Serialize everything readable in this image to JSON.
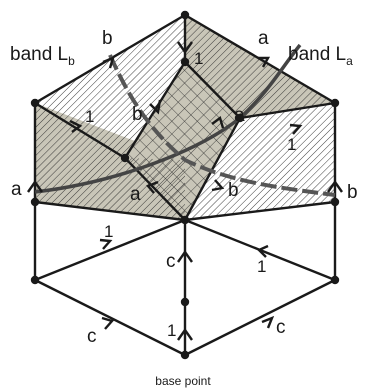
{
  "band_labels": {
    "left": {
      "main": "band L",
      "sub": "b"
    },
    "right": {
      "main": "band L",
      "sub": "a"
    }
  },
  "edge_labels": {
    "b_top_left": "b",
    "a_top_right": "a",
    "one_top": "1",
    "one_upper_left": "1",
    "b_inner_upper_left": "b",
    "a_inner_upper_right": "a",
    "one_right_diag": "1",
    "a_left": "a",
    "a_inner_lower_left": "a",
    "b_inner_lower_right": "b",
    "b_right": "b",
    "one_lower_left": "1",
    "c_center": "c",
    "one_lower_right": "1",
    "c_bottom_left": "c",
    "c_bottom_right": "c",
    "one_bottom": "1"
  },
  "caption": "base point",
  "colors": {
    "stroke": "#1a1a1a",
    "shade": "#c9c6b8",
    "curve": "#444444",
    "dashed_curve": "#555555",
    "hatch": "#2a2a2a"
  }
}
